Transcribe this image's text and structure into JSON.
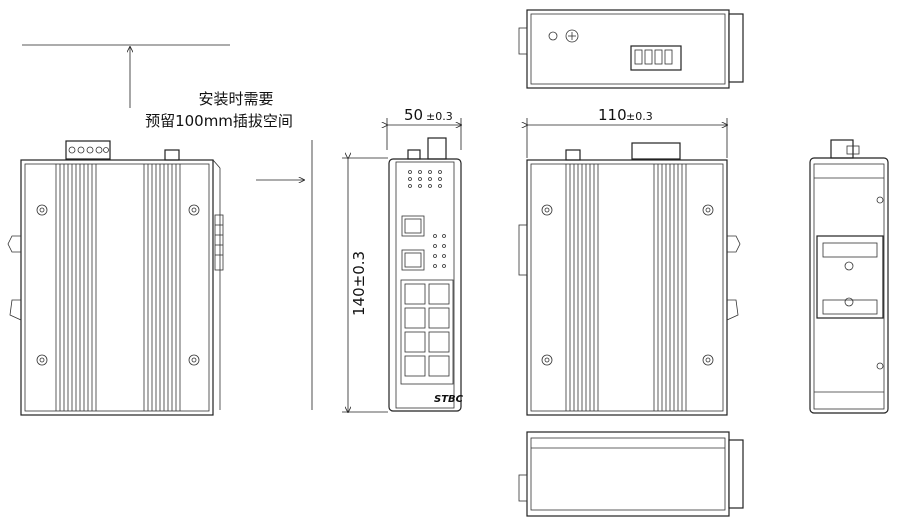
{
  "annotations": {
    "install_note_line1": "安装时需要",
    "install_note_line2": "预留100mm插拔空间",
    "width_dim": "50",
    "width_tol": "±0.3",
    "depth_dim": "110",
    "depth_tol": "±0.3",
    "height_dim": "140±0.3"
  },
  "logo_text": "STBC"
}
